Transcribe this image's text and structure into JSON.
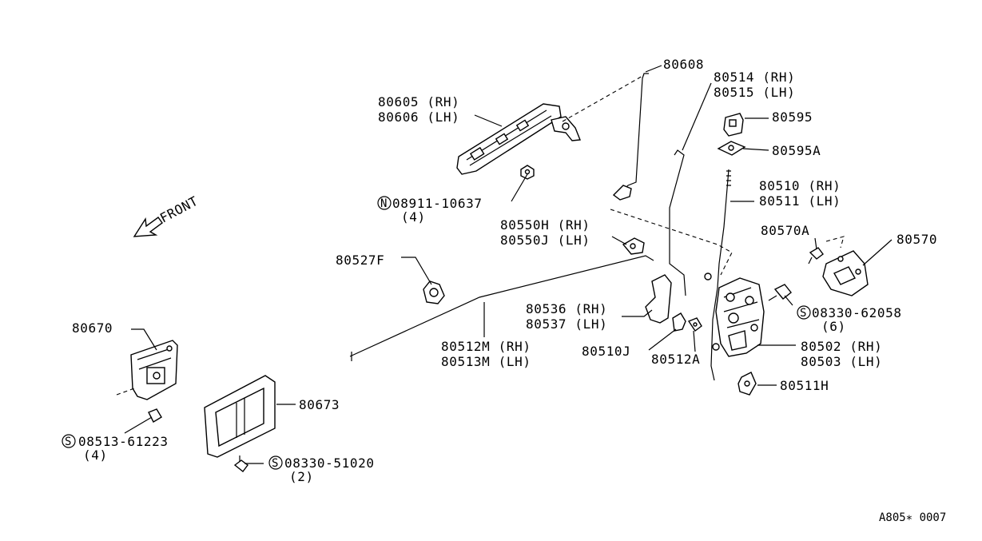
{
  "diagram_code": "A805∗ 0007",
  "front_label": "FRONT",
  "callouts": {
    "c80608": "80608",
    "c80514": "80514 (RH)",
    "c80515": "80515 (LH)",
    "c80605": "80605 (RH)",
    "c80606": "80606 (LH)",
    "c80595": "80595",
    "c80595A": "80595A",
    "c08911": "08911-10637",
    "c08911_qty": "(4)",
    "c08911_prefix": "N",
    "c80510": "80510 (RH)",
    "c80511": "80511 (LH)",
    "c80550H": "80550H (RH)",
    "c80550J": "80550J (LH)",
    "c80570A": "80570A",
    "c80570": "80570",
    "c80527F": "80527F",
    "c80536": "80536 (RH)",
    "c80537": "80537 (LH)",
    "c08330a": "08330-62058",
    "c08330a_qty": "(6)",
    "c08330a_prefix": "S",
    "c80670": "80670",
    "c80512M": "80512M (RH)",
    "c80513M": "80513M (LH)",
    "c80510J": "80510J",
    "c80512A": "80512A",
    "c80502": "80502 (RH)",
    "c80503": "80503 (LH)",
    "c80511H": "80511H",
    "c80673": "80673",
    "c08513": "08513-61223",
    "c08513_qty": "(4)",
    "c08513_prefix": "S",
    "c08330b": "08330-51020",
    "c08330b_qty": "(2)",
    "c08330b_prefix": "S"
  }
}
